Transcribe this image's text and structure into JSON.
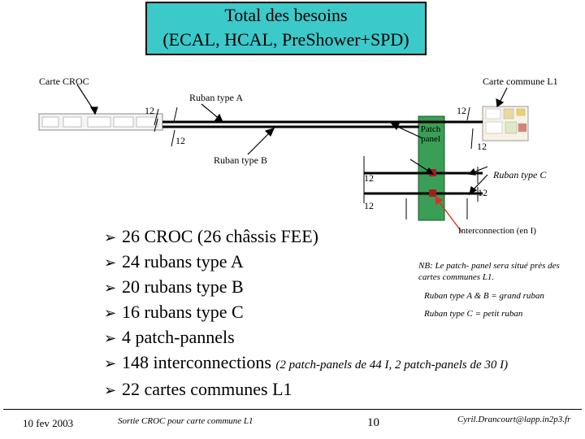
{
  "title": {
    "line1": "Total des besoins",
    "line2": "(ECAL, HCAL, PreShower+SPD)"
  },
  "diagram": {
    "carte_croc": "Carte CROC",
    "carte_commune": "Carte commune L1",
    "ruban_a": "Ruban type A",
    "ruban_b": "Ruban type B",
    "ruban_c": "Ruban type C",
    "patch_panel": "Patch panel",
    "interconnection": "Interconnection (en I)",
    "n12": "12"
  },
  "bullets": [
    {
      "text": "26 CROC (26 châssis FEE)",
      "note": ""
    },
    {
      "text": "24 rubans type A",
      "note": ""
    },
    {
      "text": "20 rubans type B",
      "note": ""
    },
    {
      "text": "16 rubans type C",
      "note": ""
    },
    {
      "text": "4 patch-pannels",
      "note": ""
    },
    {
      "text": "148 interconnections ",
      "note": "(2 patch-panels de 44 I, 2 patch-panels de 30 I)"
    },
    {
      "text": "22 cartes communes L1",
      "note": ""
    }
  ],
  "notes": {
    "nb": "NB: Le patch- panel sera situé près des cartes communes L1.",
    "rubanAB": "Ruban type A & B = grand ruban",
    "rubanC": "Ruban type C = petit ruban"
  },
  "footer": {
    "date": "10 fev 2003",
    "subtitle": "Sortie CROC pour carte commune L1",
    "page": "10",
    "email": "Cyril.Drancourt@lapp.in2p3.fr"
  },
  "colors": {
    "title_bg": "#3cc9c9",
    "patch_panel": "#3a9e56",
    "arrow_red": "#d9302c"
  }
}
